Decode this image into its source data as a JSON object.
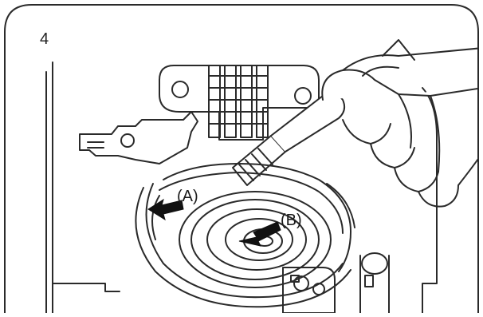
{
  "step_number": "4",
  "labels": {
    "a": "(A)",
    "b": "(B)"
  },
  "colors": {
    "line": "#2a2a2a",
    "background": "#ffffff",
    "arrow": "#111111"
  },
  "icons": [
    "hand-icon",
    "brush-icon",
    "bobbin-race-icon",
    "feed-dog-icon",
    "arrow-icon"
  ]
}
